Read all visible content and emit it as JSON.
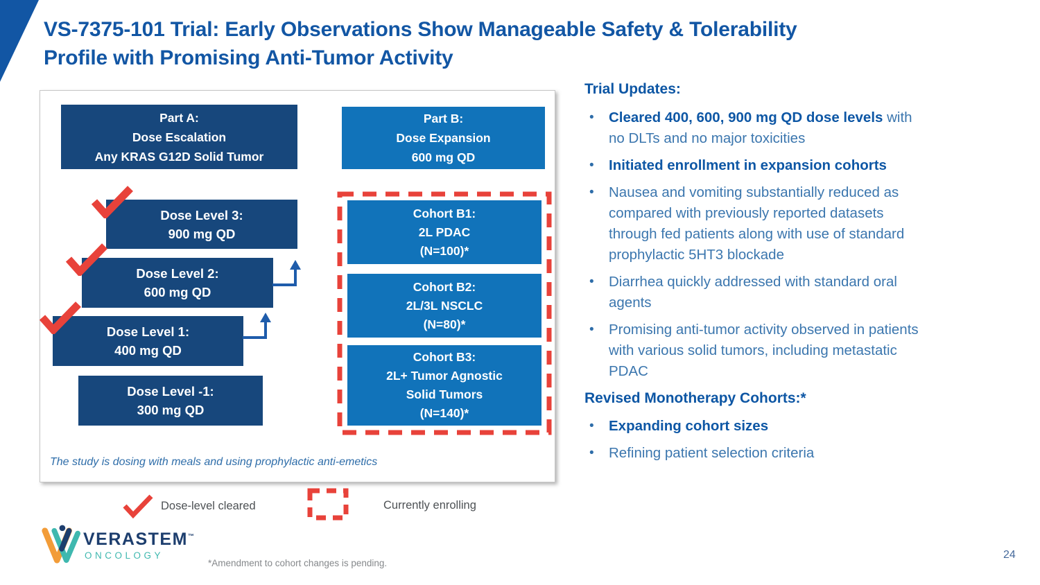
{
  "slide": {
    "title": "VS-7375-101 Trial: Early Observations Show Manageable Safety & Tolerability\nProfile with Promising Anti-Tumor Activity",
    "page_number": "24",
    "footnote": "*Amendment to cohort changes is pending."
  },
  "diagram": {
    "part_a": "Part A:\nDose Escalation\nAny KRAS G12D Solid Tumor",
    "part_b": "Part B:\nDose Expansion\n600 mg QD",
    "dose_levels": [
      {
        "label": "Dose Level 3:\n900 mg QD",
        "cleared": true
      },
      {
        "label": "Dose Level 2:\n600 mg QD",
        "cleared": true
      },
      {
        "label": "Dose Level 1:\n400 mg QD",
        "cleared": true
      },
      {
        "label": "Dose Level -1:\n300 mg QD",
        "cleared": false
      }
    ],
    "cohorts": [
      {
        "label": "Cohort B1:\n2L PDAC\n(N=100)*"
      },
      {
        "label": "Cohort B2:\n2L/3L NSCLC\n(N=80)*"
      },
      {
        "label": "Cohort B3:\n2L+ Tumor Agnostic\nSolid Tumors\n(N=140)*"
      }
    ],
    "note": "The study is dosing with meals and using prophylactic anti-emetics"
  },
  "legend": {
    "cleared_label": "Dose-level cleared",
    "enrolling_label": "Currently enrolling"
  },
  "updates": {
    "bullet_glyph": "•",
    "heading": "Trial Updates:",
    "bullets": [
      {
        "bold": "Cleared 400, 600, 900 mg QD dose levels",
        "rest": " with\nno DLTs and no major toxicities"
      },
      {
        "bold": "Initiated enrollment in expansion cohorts",
        "rest": ""
      },
      {
        "bold": "",
        "rest": "Nausea and vomiting substantially reduced as\ncompared with previously reported datasets\nthrough fed patients along with use of standard\nprophylactic 5HT3 blockade"
      },
      {
        "bold": "",
        "rest": "Diarrhea quickly addressed with standard oral\nagents"
      },
      {
        "bold": "",
        "rest": "Promising anti-tumor activity observed in patients\nwith various solid tumors, including metastatic\nPDAC"
      }
    ],
    "heading2": "Revised Monotherapy Cohorts:*",
    "bullets2": [
      {
        "bold": "Expanding cohort sizes",
        "rest": ""
      },
      {
        "bold": "",
        "rest": "Refining patient selection criteria"
      }
    ]
  },
  "logo": {
    "name": "VERASTEM",
    "tm": "™",
    "sub": "ONCOLOGY"
  },
  "colors": {
    "brand_blue": "#1256a4",
    "navy_box": "#17477c",
    "light_blue_box": "#1173ba",
    "red": "#e8423a",
    "arrow_blue": "#1e5cab",
    "text_regular": "#3b76ae",
    "text_bold": "#0e57a5",
    "legend_text": "#4d5154",
    "footnote_gray": "#85888b",
    "teal": "#3fb8af",
    "logo_navy": "#1d3e6e",
    "orange": "#f29c38"
  }
}
